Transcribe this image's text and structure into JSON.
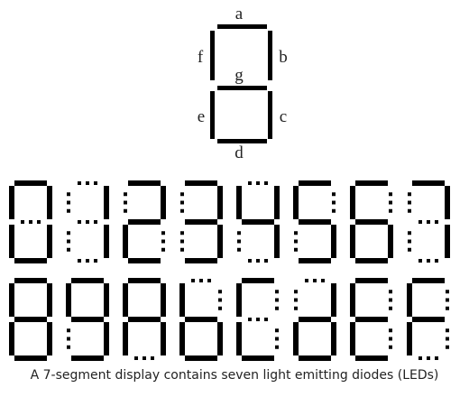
{
  "labels": {
    "a": "a",
    "b": "b",
    "c": "c",
    "d": "d",
    "e": "e",
    "f": "f",
    "g": "g"
  },
  "digits": [
    {
      "char": "0",
      "on": [
        "a",
        "b",
        "c",
        "d",
        "e",
        "f"
      ]
    },
    {
      "char": "1",
      "on": [
        "b",
        "c"
      ]
    },
    {
      "char": "2",
      "on": [
        "a",
        "b",
        "g",
        "e",
        "d"
      ]
    },
    {
      "char": "3",
      "on": [
        "a",
        "b",
        "g",
        "c",
        "d"
      ]
    },
    {
      "char": "4",
      "on": [
        "f",
        "g",
        "b",
        "c"
      ]
    },
    {
      "char": "5",
      "on": [
        "a",
        "f",
        "g",
        "c",
        "d"
      ]
    },
    {
      "char": "6",
      "on": [
        "a",
        "f",
        "g",
        "e",
        "c",
        "d"
      ]
    },
    {
      "char": "7",
      "on": [
        "a",
        "b",
        "c"
      ]
    },
    {
      "char": "8",
      "on": [
        "a",
        "b",
        "c",
        "d",
        "e",
        "f",
        "g"
      ]
    },
    {
      "char": "9",
      "on": [
        "a",
        "b",
        "c",
        "d",
        "f",
        "g"
      ]
    },
    {
      "char": "A",
      "on": [
        "a",
        "b",
        "c",
        "e",
        "f",
        "g"
      ]
    },
    {
      "char": "b",
      "on": [
        "c",
        "d",
        "e",
        "f",
        "g"
      ]
    },
    {
      "char": "C",
      "on": [
        "a",
        "d",
        "e",
        "f"
      ]
    },
    {
      "char": "d",
      "on": [
        "b",
        "c",
        "d",
        "e",
        "g"
      ]
    },
    {
      "char": "E",
      "on": [
        "a",
        "d",
        "e",
        "f",
        "g"
      ]
    },
    {
      "char": "F",
      "on": [
        "a",
        "e",
        "f",
        "g"
      ]
    }
  ],
  "colors": {
    "segment_on": "#000000",
    "segment_off": "#000000",
    "text": "#222222"
  },
  "caption": "A 7-segment display contains seven light emitting diodes (LEDs)"
}
